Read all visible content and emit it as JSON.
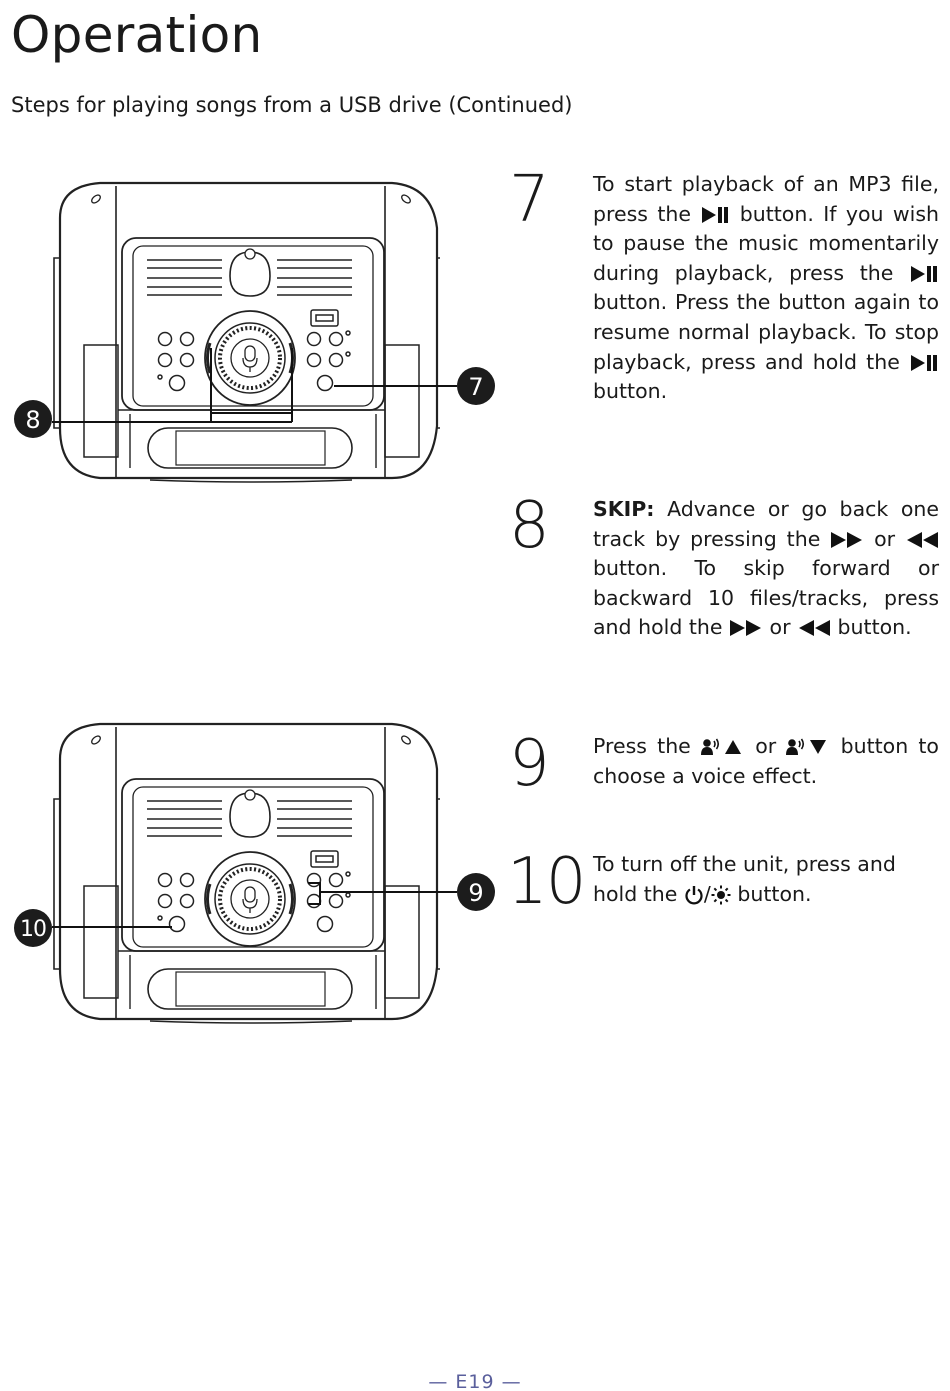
{
  "title": "Operation",
  "subtitle": "Steps for playing songs from a USB drive (Continued)",
  "illustrations": {
    "top": {
      "callouts": [
        "7",
        "8"
      ]
    },
    "bottom": {
      "callouts": [
        "9",
        "10"
      ]
    }
  },
  "steps": [
    {
      "number": "7",
      "parts": [
        "To start playback of an MP3 file, press the ",
        " button. If you wish to pause the music momentarily during playback, press the ",
        " button. Press the button again to resume normal playback. To stop playback, press and hold the ",
        " button."
      ],
      "icons": [
        "play-pause-icon",
        "play-pause-icon",
        "play-pause-icon"
      ]
    },
    {
      "number": "8",
      "label": "SKIP:",
      "parts": [
        " Advance or go back one track by pressing the ",
        " or ",
        " button. To skip forward or backward 10 files/tracks, press and hold the ",
        " or ",
        " button."
      ],
      "icons": [
        "fast-forward-icon",
        "rewind-icon",
        "fast-forward-icon",
        "rewind-icon"
      ]
    },
    {
      "number": "9",
      "parts": [
        "Press the ",
        " or ",
        " button to choose a voice effect."
      ],
      "icons": [
        "voice-up-icon",
        "voice-down-icon"
      ]
    },
    {
      "number": "10",
      "parts": [
        "To turn off the unit, press and hold the ",
        "/",
        " button."
      ],
      "icons": [
        "power-icon",
        "light-icon"
      ]
    }
  ],
  "footer": "— E19 —"
}
